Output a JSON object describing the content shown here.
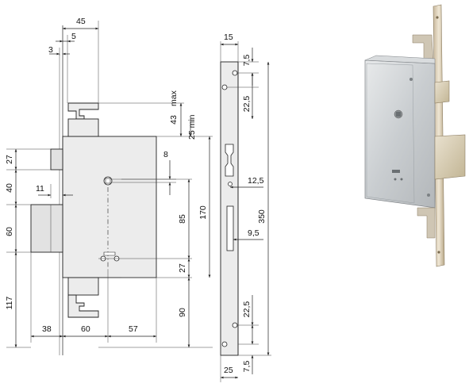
{
  "front_view": {
    "top_45": "45",
    "top_5": "5",
    "top_3": "3",
    "left_27": "27",
    "left_40": "40",
    "left_11": "11",
    "left_60": "60",
    "left_117": "117",
    "bottom_38": "38",
    "bottom_60": "60",
    "bottom_57": "57",
    "right_43": "43",
    "right_max": "max",
    "right_25min": "25 min",
    "right_8": "8",
    "right_85": "85",
    "right_170": "170",
    "right_27": "27",
    "right_90": "90"
  },
  "side_view": {
    "top_15": "15",
    "top_7_5": "7,5",
    "top_22_5": "22,5",
    "dim_12_5": "12,5",
    "dim_350": "350",
    "dim_9_5": "9,5",
    "bottom_22_5": "22,5",
    "bottom_7_5": "7,5",
    "bottom_25": "25"
  },
  "photo": {
    "subject": "mortise lock product photo"
  }
}
